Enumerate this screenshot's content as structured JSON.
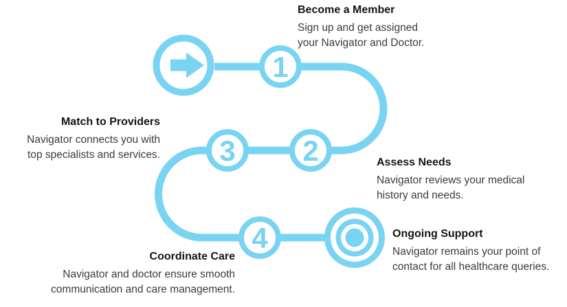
{
  "figure": {
    "type": "process-journey-infographic",
    "accent_blue": "#79d3f3",
    "title_color": "#141414",
    "body_color": "#3b3b3b",
    "background": "#ffffff",
    "start_icon": "arrow-right-icon",
    "end_icon": "bullseye-target-icon"
  },
  "steps": [
    {
      "number": "1",
      "title": "Become a Member",
      "lines": [
        "Sign up and get assigned",
        "your Navigator and Doctor."
      ]
    },
    {
      "number": "2",
      "title": "Assess Needs",
      "lines": [
        "Navigator reviews your medical",
        "history and needs."
      ]
    },
    {
      "number": "3",
      "title": "Match to Providers",
      "lines": [
        "Navigator connects you with",
        "top specialists and services."
      ]
    },
    {
      "number": "4",
      "title": "Coordinate Care",
      "lines": [
        "Navigator and doctor ensure smooth",
        "communication and care management."
      ]
    },
    {
      "title": "Ongoing Support",
      "lines": [
        "Navigator remains your point of",
        "contact for all healthcare queries."
      ]
    }
  ]
}
